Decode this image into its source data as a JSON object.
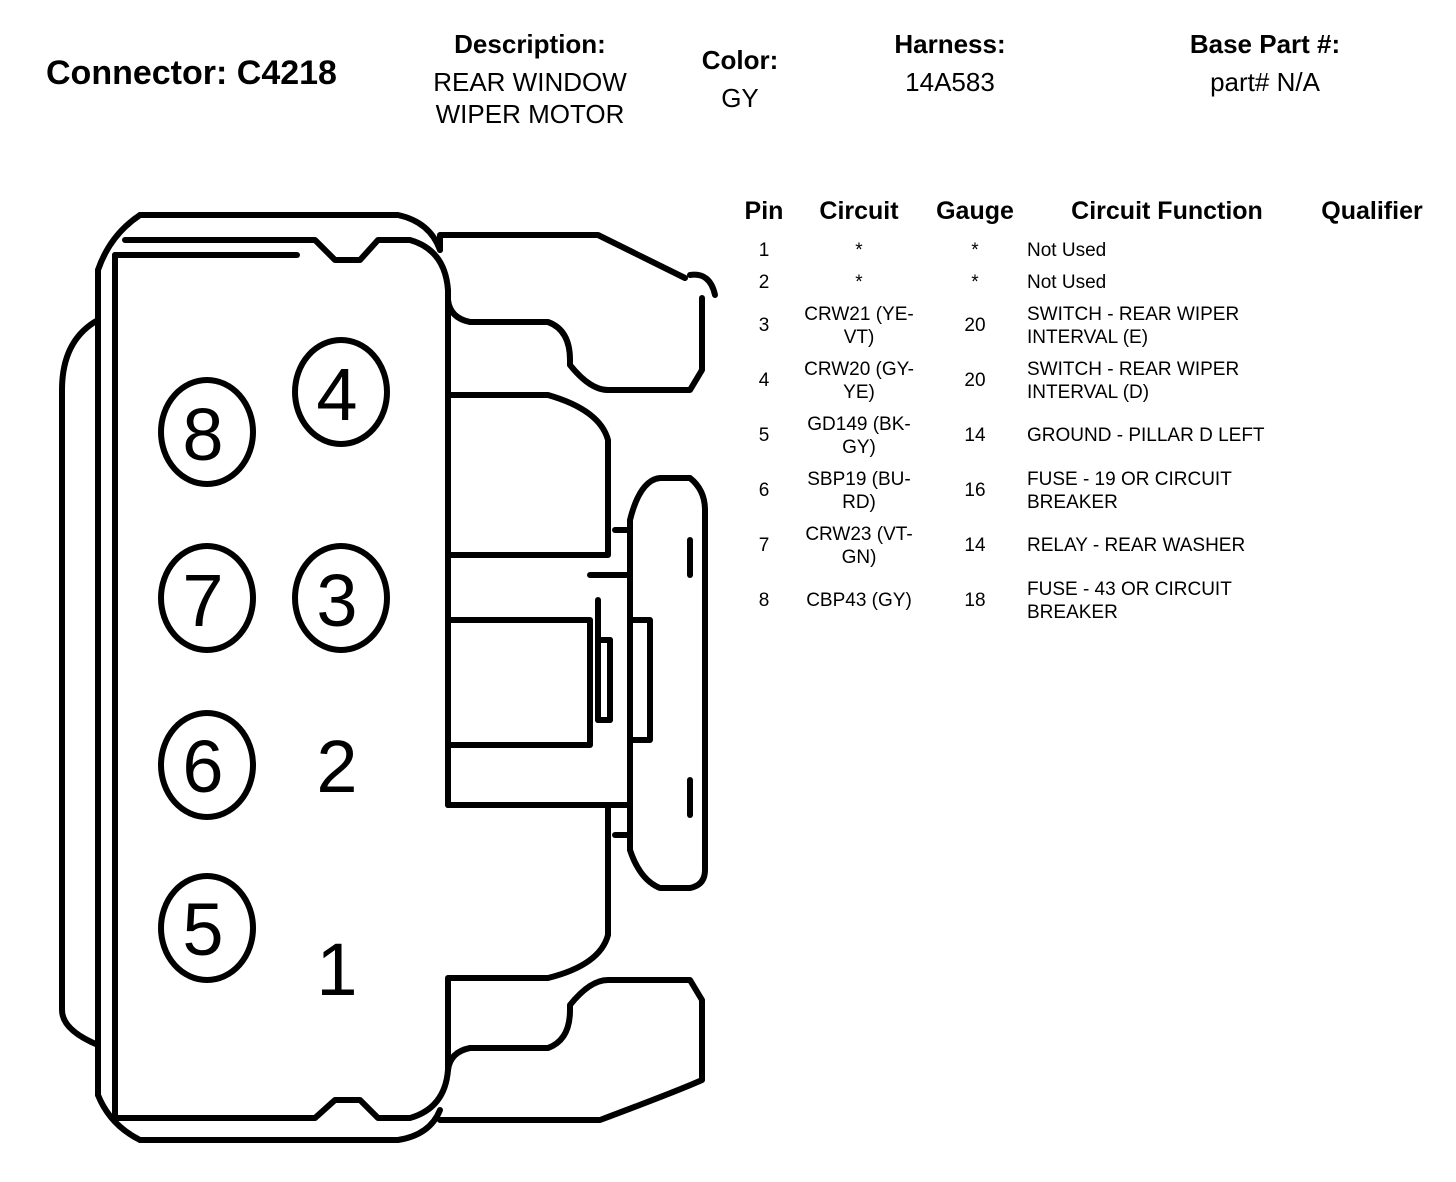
{
  "connector": {
    "title": "Connector: C4218"
  },
  "header": {
    "description_label": "Description:",
    "description_line1": "REAR WINDOW",
    "description_line2": "WIPER MOTOR",
    "color_label": "Color:",
    "color_value": "GY",
    "harness_label": "Harness:",
    "harness_value": "14A583",
    "base_part_label": "Base Part #:",
    "base_part_value": "part# N/A"
  },
  "table": {
    "columns": [
      "Pin",
      "Circuit",
      "Gauge",
      "Circuit Function",
      "Qualifier"
    ],
    "rows": [
      {
        "pin": "1",
        "circuit": "*",
        "gauge": "*",
        "function": "Not Used",
        "qualifier": ""
      },
      {
        "pin": "2",
        "circuit": "*",
        "gauge": "*",
        "function": "Not Used",
        "qualifier": ""
      },
      {
        "pin": "3",
        "circuit": "CRW21 (YE-VT)",
        "gauge": "20",
        "function": "SWITCH - REAR WIPER INTERVAL (E)",
        "qualifier": ""
      },
      {
        "pin": "4",
        "circuit": "CRW20 (GY-YE)",
        "gauge": "20",
        "function": "SWITCH - REAR WIPER INTERVAL (D)",
        "qualifier": ""
      },
      {
        "pin": "5",
        "circuit": "GD149 (BK-GY)",
        "gauge": "14",
        "function": "GROUND - PILLAR D LEFT",
        "qualifier": ""
      },
      {
        "pin": "6",
        "circuit": "SBP19 (BU-RD)",
        "gauge": "16",
        "function": "FUSE - 19 OR CIRCUIT BREAKER",
        "qualifier": ""
      },
      {
        "pin": "7",
        "circuit": "CRW23 (VT-GN)",
        "gauge": "14",
        "function": "RELAY - REAR WASHER",
        "qualifier": ""
      },
      {
        "pin": "8",
        "circuit": "CBP43 (GY)",
        "gauge": "18",
        "function": "FUSE - 43 OR CIRCUIT BREAKER",
        "qualifier": ""
      }
    ]
  },
  "diagram": {
    "pins": [
      {
        "label": "8",
        "circled": true
      },
      {
        "label": "4",
        "circled": true
      },
      {
        "label": "7",
        "circled": true
      },
      {
        "label": "3",
        "circled": true
      },
      {
        "label": "6",
        "circled": true
      },
      {
        "label": "2",
        "circled": false
      },
      {
        "label": "5",
        "circled": true
      },
      {
        "label": "1",
        "circled": false
      }
    ]
  }
}
